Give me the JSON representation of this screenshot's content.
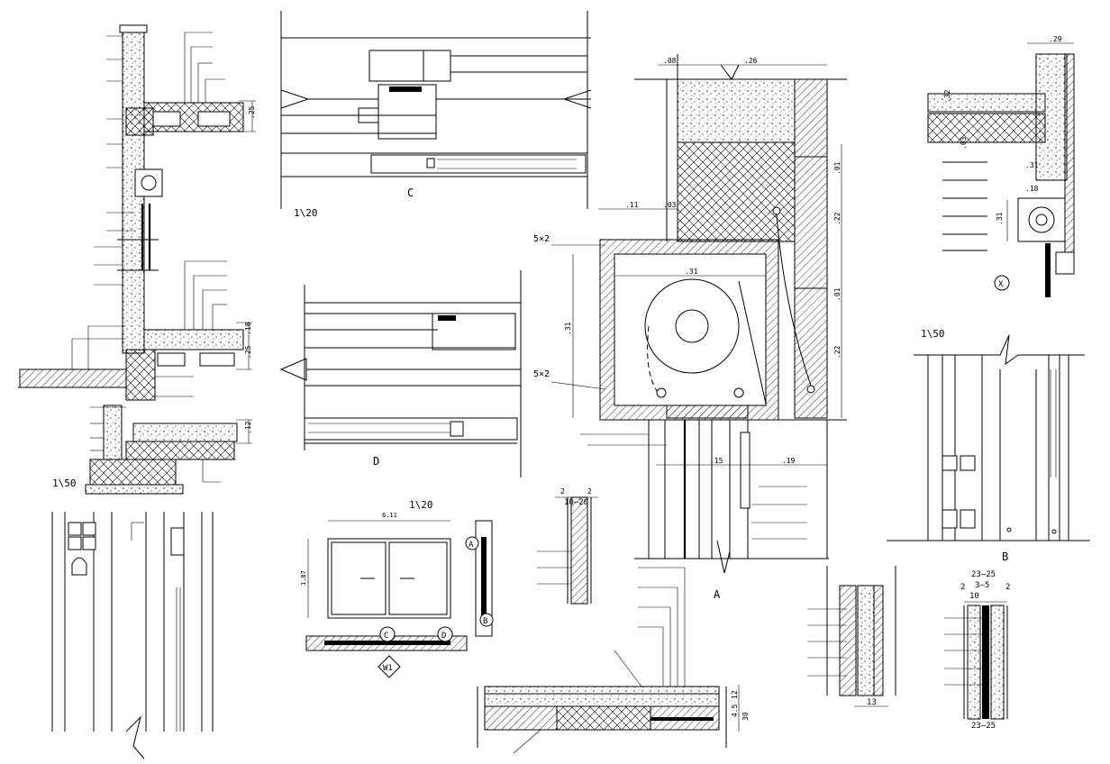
{
  "labels": {
    "scale_left": "1\\50",
    "scale_c": "1\\20",
    "scale_window": "1\\20",
    "scale_right": "1\\50",
    "detail_c": "C",
    "detail_d": "D",
    "detail_a": "A",
    "detail_b": "B",
    "detail_x": "X",
    "window_tag": "W1",
    "callout_a": "A",
    "callout_b": "B",
    "callout_c": "C",
    "callout_d": "D"
  },
  "dims": {
    "box_top_08": ".08",
    "box_top_26": ".26",
    "box_11": ".11",
    "box_03": ".03",
    "box_31_h": ".31",
    "box_31_v": ".31",
    "box_5x2_top": "5×2",
    "box_5x2_bot": "5×2",
    "box_15": ".15",
    "box_19": ".19",
    "box_01_a": ".01",
    "box_22_a": ".22",
    "box_01_b": ".01",
    "box_22_b": ".22",
    "left_25_top": ".25",
    "left_25_mid": ".25",
    "left_18": ".18",
    "left_12": ".12",
    "win_width": "6.11",
    "win_height": "1.87",
    "sec_1020": "10–20",
    "sec_2a": "2",
    "sec_2b": "2",
    "x_29": ".29",
    "x_32": ".32",
    "x_03": ".03",
    "x_31a": ".31",
    "x_18": ".18",
    "x_31b": ".31",
    "floor_12": "12",
    "floor_45": "4.5",
    "floor_30": "30",
    "wall_13": "13",
    "rt_2325_top": "23–25",
    "rt_35": "3–5",
    "rt_2a": "2",
    "rt_2b": "2",
    "rt_10": "10",
    "rt_2325_bot": "23–25"
  }
}
